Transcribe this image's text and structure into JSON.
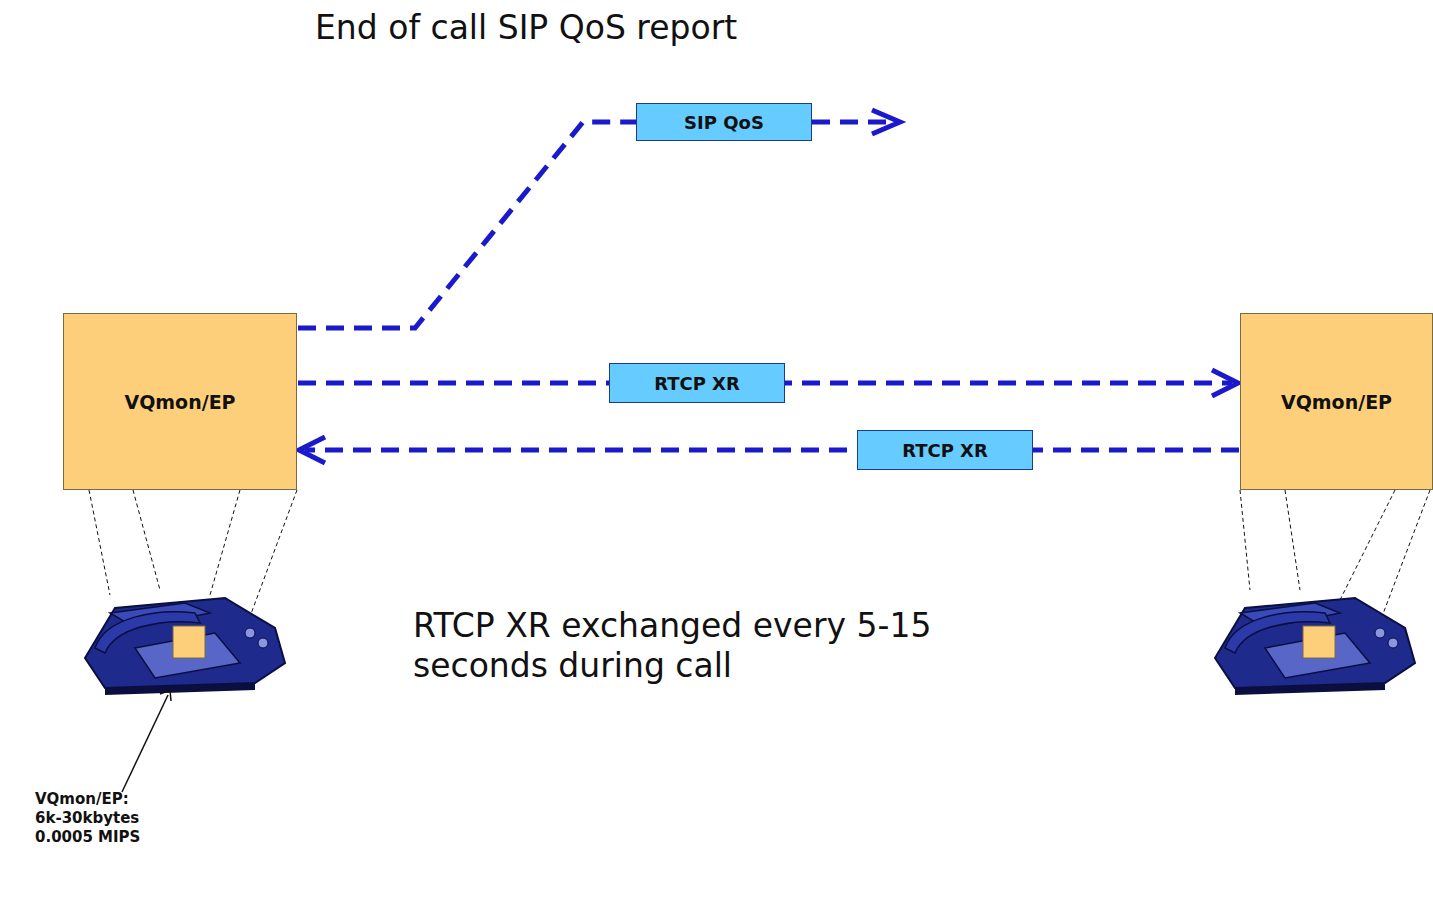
{
  "diagram": {
    "nodes": [
      {
        "text": [
          "VQmon/EP"
        ]
      },
      {
        "text": [
          "VQmon/EP"
        ]
      }
    ],
    "edges": [
      {
        "from": 0,
        "to": 1,
        "arrow": "to",
        "label": "RTCP XR"
      },
      {
        "from": 1,
        "to": 0,
        "arrow": "to",
        "label": "RTCP XR"
      }
    ],
    "labels": [
      "End of call SIP QoS report",
      "SIP QoS",
      "RTCP XR exchanged every 5-15 seconds during call",
      "VQmon/EP: 6k-30kbytes 0.0005 MIPS"
    ]
  }
}
